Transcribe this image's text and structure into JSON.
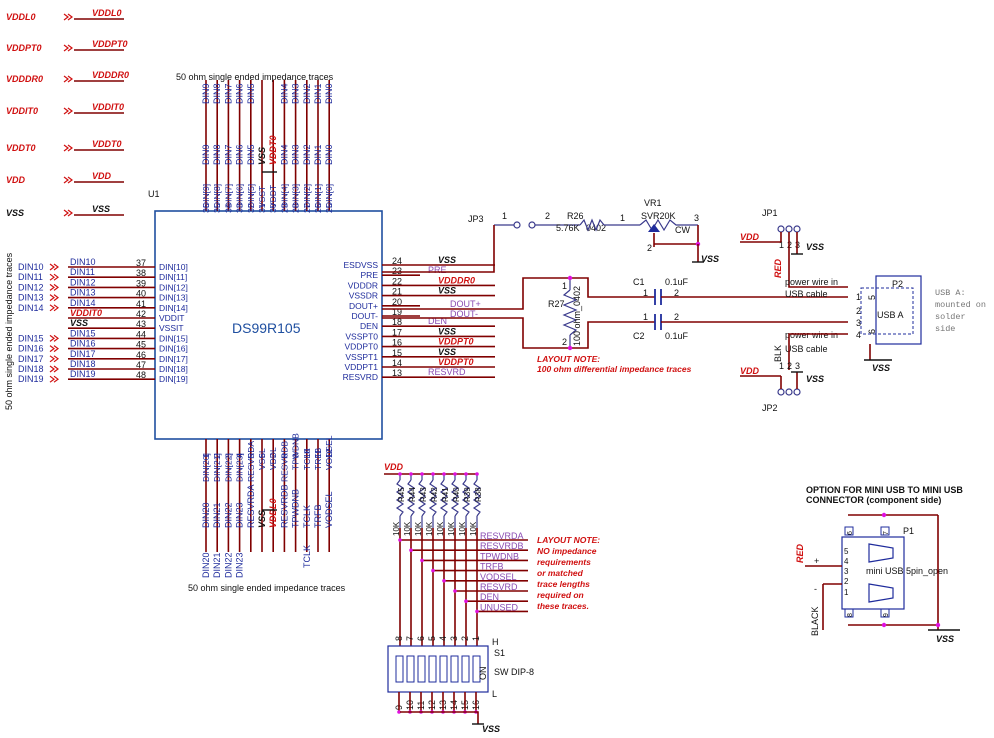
{
  "power_ports": [
    {
      "port": "VDDL0",
      "net": "VDDL0"
    },
    {
      "port": "VDDPT0",
      "net": "VDDPT0"
    },
    {
      "port": "VDDDR0",
      "net": "VDDDR0"
    },
    {
      "port": "VDDIT0",
      "net": "VDDIT0"
    },
    {
      "port": "VDDT0",
      "net": "VDDT0"
    },
    {
      "port": "VDD",
      "net": "VDD"
    },
    {
      "port": "VSS",
      "net": "VSS"
    }
  ],
  "notes": {
    "top_traces": "50 ohm single ended impedance traces",
    "bottom_traces": "50 ohm single ended impedance traces",
    "left_traces": "50 ohm single ended impedance traces",
    "diff_note_1": "LAYOUT NOTE:",
    "diff_note_2": "100 ohm differential impedance traces",
    "dip_note": [
      "LAYOUT NOTE:",
      "NO impedance",
      "requirements",
      "or matched",
      "trace lengths",
      "required on",
      "these traces."
    ],
    "usb_note": [
      "USB A:",
      "mounted on",
      "solder",
      "side"
    ],
    "mini_option": [
      "OPTION FOR MINI USB TO MINI USB",
      "CONNECTOR (component side)"
    ],
    "pw_top": [
      "power wire in",
      "USB cable"
    ],
    "pw_bot": [
      "power wire in",
      "USB cable"
    ]
  },
  "u1": {
    "ref": "U1",
    "name": "DS99R105",
    "top_pins": [
      {
        "num": "36",
        "name": "DIN[9]"
      },
      {
        "num": "35",
        "name": "DIN[8]"
      },
      {
        "num": "34",
        "name": "DIN[7]"
      },
      {
        "num": "33",
        "name": "DIN[6]"
      },
      {
        "num": "32",
        "name": "DIN[5]"
      },
      {
        "num": "31",
        "name": "VSST"
      },
      {
        "num": "30",
        "name": "VDDT"
      },
      {
        "num": "29",
        "name": "DIN[4]"
      },
      {
        "num": "28",
        "name": "DIN[3]"
      },
      {
        "num": "27",
        "name": "DIN[2]"
      },
      {
        "num": "26",
        "name": "DIN[1]"
      },
      {
        "num": "25",
        "name": "DIN[0]"
      }
    ],
    "top_nets_above": [
      "DIN9",
      "DIN8",
      "DIN7",
      "DIN6",
      "DIN5",
      "",
      "",
      "DIN4",
      "DIN3",
      "DIN2",
      "DIN1",
      "DIN0"
    ],
    "top_nets_below": [
      "DIN9",
      "DIN8",
      "DIN7",
      "DIN6",
      "DIN5",
      "VSS",
      "VDDT0",
      "DIN4",
      "DIN3",
      "DIN2",
      "DIN1",
      "DIN0"
    ],
    "left_pins": [
      {
        "num": "37",
        "name": "DIN[10]",
        "net": "DIN10"
      },
      {
        "num": "38",
        "name": "DIN[11]",
        "net": "DIN11"
      },
      {
        "num": "39",
        "name": "DIN[12]",
        "net": "DIN12"
      },
      {
        "num": "40",
        "name": "DIN[13]",
        "net": "DIN13"
      },
      {
        "num": "41",
        "name": "DIN[14]",
        "net": "DIN14"
      },
      {
        "num": "42",
        "name": "VDDIT",
        "net": "VDDIT0"
      },
      {
        "num": "43",
        "name": "VSSIT",
        "net": "VSS"
      },
      {
        "num": "44",
        "name": "DIN[15]",
        "net": "DIN15"
      },
      {
        "num": "45",
        "name": "DIN[16]",
        "net": "DIN16"
      },
      {
        "num": "46",
        "name": "DIN[17]",
        "net": "DIN17"
      },
      {
        "num": "47",
        "name": "DIN[18]",
        "net": "DIN18"
      },
      {
        "num": "48",
        "name": "DIN[19]",
        "net": "DIN19"
      }
    ],
    "left_ports": [
      "DIN10",
      "DIN11",
      "DIN12",
      "DIN13",
      "DIN14",
      "",
      "",
      "DIN15",
      "DIN16",
      "DIN17",
      "DIN18",
      "DIN19"
    ],
    "right_pins": [
      {
        "num": "24",
        "name": "ESDVSS",
        "net": "VSS"
      },
      {
        "num": "23",
        "name": "PRE",
        "net": "PRE"
      },
      {
        "num": "22",
        "name": "VDDDR",
        "net": "VDDDR0"
      },
      {
        "num": "21",
        "name": "VSSDR",
        "net": "VSS"
      },
      {
        "num": "20",
        "name": "DOUT+",
        "net": "DOUT+"
      },
      {
        "num": "19",
        "name": "DOUT-",
        "net": "DOUT-"
      },
      {
        "num": "18",
        "name": "DEN",
        "net": "DEN"
      },
      {
        "num": "17",
        "name": "VSSPT0",
        "net": "VSS"
      },
      {
        "num": "16",
        "name": "VDDPT0",
        "net": "VDDPT0"
      },
      {
        "num": "15",
        "name": "VSSPT1",
        "net": "VSS"
      },
      {
        "num": "14",
        "name": "VDDPT1",
        "net": "VDDPT0"
      },
      {
        "num": "13",
        "name": "RESVRD",
        "net": "RESVRD"
      }
    ],
    "bottom_pins": [
      {
        "num": "1",
        "name": "DIN[20]"
      },
      {
        "num": "2",
        "name": "DIN[21]"
      },
      {
        "num": "3",
        "name": "DIN[22]"
      },
      {
        "num": "4",
        "name": "DIN[23]"
      },
      {
        "num": "5",
        "name": "RESVRDA"
      },
      {
        "num": "6",
        "name": "VSSL"
      },
      {
        "num": "7",
        "name": "VDDL"
      },
      {
        "num": "8",
        "name": "RESVRDB"
      },
      {
        "num": "9",
        "name": "TPWDNB"
      },
      {
        "num": "10",
        "name": "TCLK"
      },
      {
        "num": "11",
        "name": "TRFB"
      },
      {
        "num": "12",
        "name": "VODSEL"
      }
    ],
    "bottom_nets_above": [
      "DIN20",
      "DIN21",
      "DIN22",
      "DIN23",
      "RESVRDA",
      "VSS",
      "VDDL0",
      "RESVRDB",
      "TPWDNB",
      "TCLK",
      "TRFB",
      "VODSEL"
    ],
    "bottom_ports": [
      "DIN20",
      "DIN21",
      "DIN22",
      "DIN23",
      "",
      "",
      "",
      "",
      "",
      "TCLK",
      "",
      ""
    ]
  },
  "jp3": {
    "ref": "JP3",
    "pins": [
      "1",
      "2"
    ]
  },
  "r26": {
    "ref": "R26",
    "value": "5.76K",
    "pkg": "0402",
    "pin": "1"
  },
  "vr1": {
    "ref": "VR1",
    "value": "SVR20K",
    "cw": "CW",
    "pins": [
      "1",
      "2",
      "3"
    ]
  },
  "r27": {
    "ref": "R27",
    "value": "100 ohm_0402",
    "pins": [
      "1",
      "2"
    ]
  },
  "c1": {
    "ref": "C1",
    "value": "0.1uF",
    "pins": [
      "1",
      "2"
    ]
  },
  "c2": {
    "ref": "C2",
    "value": "0.1uF",
    "pins": [
      "1",
      "2"
    ]
  },
  "jp1": {
    "ref": "JP1",
    "pins": [
      "1",
      "2",
      "3"
    ],
    "wire": "RED",
    "vdd": "VDD",
    "vss": "VSS"
  },
  "jp2": {
    "ref": "JP2",
    "pins": [
      "1",
      "2",
      "3"
    ],
    "wire": "BLK",
    "vdd": "VDD",
    "vss": "VSS"
  },
  "p2": {
    "ref": "P2",
    "name": "USB A",
    "pins": [
      "1",
      "2",
      "3",
      "4"
    ],
    "shield": [
      "5",
      "6"
    ],
    "vss": "VSS"
  },
  "resistor_bank": {
    "vdd": "VDD",
    "refs": [
      "R45",
      "R44",
      "R43",
      "R42",
      "R41",
      "R40",
      "R39",
      "R38"
    ],
    "value": "10K"
  },
  "dip_nets": [
    "RESVRDA",
    "RESVRDB",
    "TPWDNB",
    "TRFB",
    "VODSEL",
    "RESVRD",
    "DEN",
    "UNUSED"
  ],
  "s1": {
    "ref": "S1",
    "name": "SW DIP-8",
    "top_pins": [
      "8",
      "7",
      "6",
      "5",
      "4",
      "3",
      "2",
      "1"
    ],
    "bot_pins": [
      "9",
      "10",
      "11",
      "12",
      "13",
      "14",
      "15",
      "16"
    ],
    "h": "H",
    "l": "L",
    "on": "ON",
    "vss": "VSS"
  },
  "p1": {
    "ref": "P1",
    "name": "mini USB",
    "suffix": "5pin_open",
    "pins": [
      "5",
      "4",
      "3",
      "2",
      "1"
    ],
    "shield": [
      "6",
      "7",
      "8",
      "9"
    ],
    "red": "RED",
    "black": "BLACK",
    "plus": "+",
    "minus": "-",
    "vss": "VSS"
  }
}
